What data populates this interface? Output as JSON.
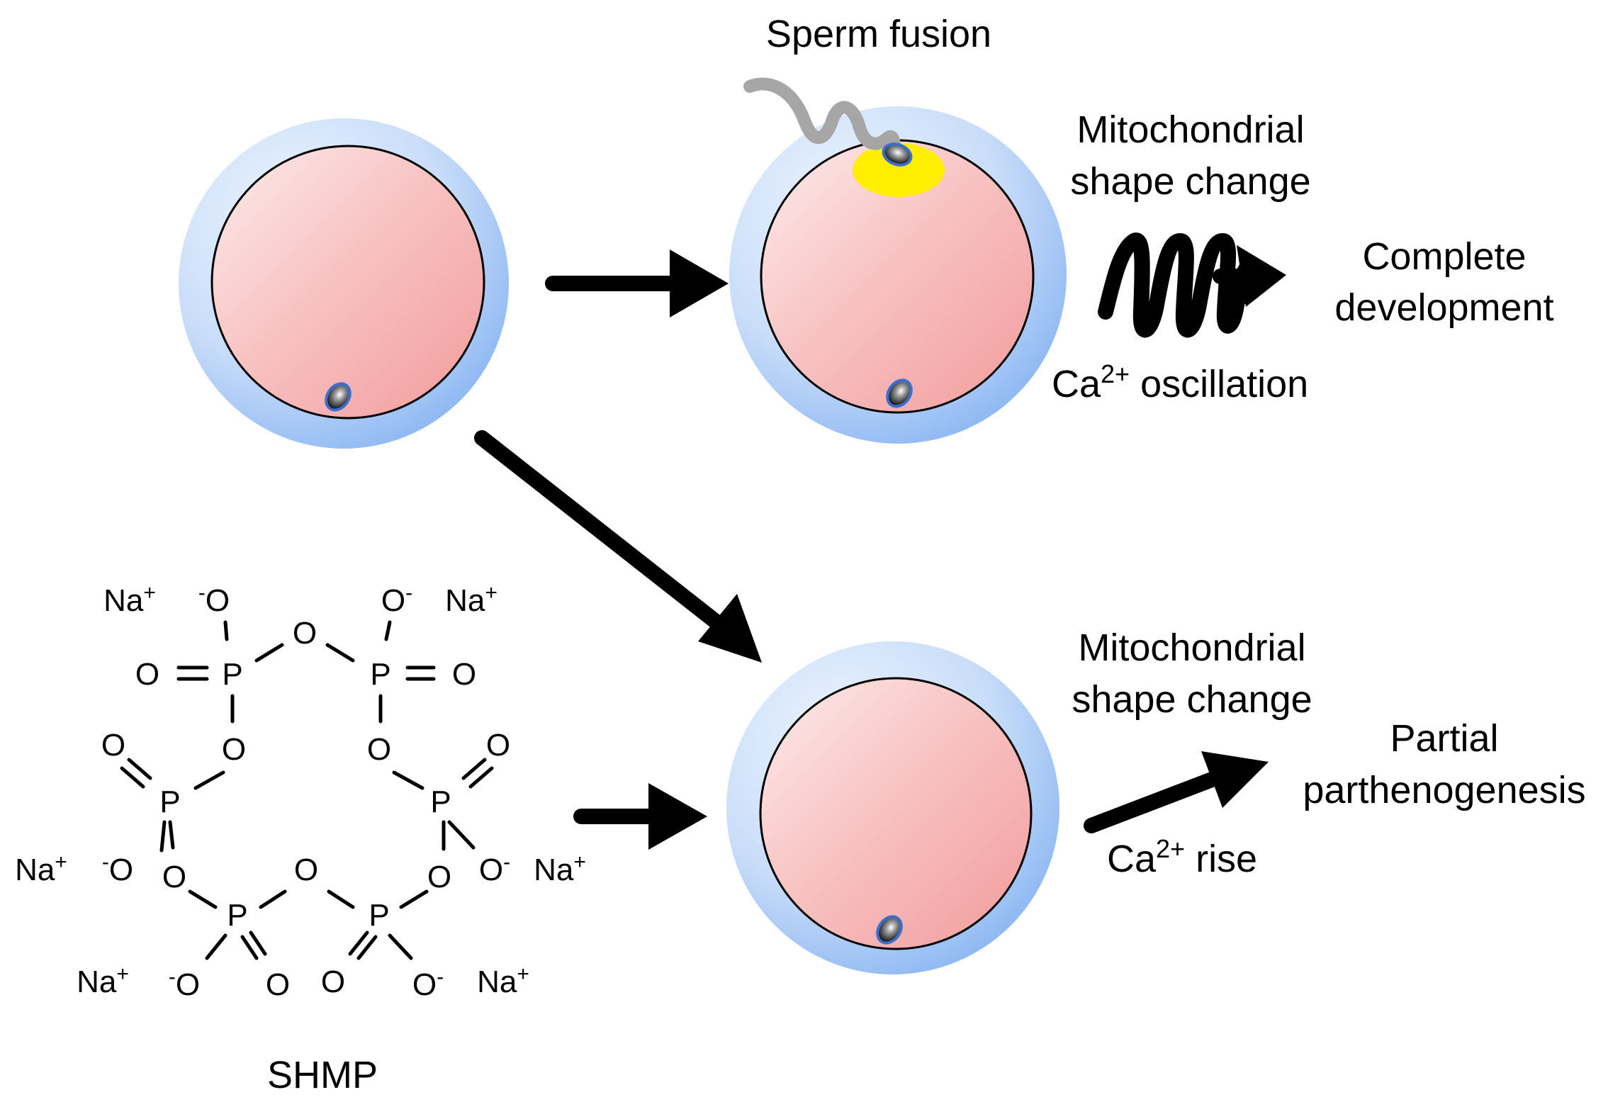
{
  "labels": {
    "sperm_fusion": "Sperm fusion",
    "mito_top_line1": "Mitochondrial",
    "mito_top_line2": "shape change",
    "complete_line1": "Complete",
    "complete_line2": "development",
    "ca_osc_base": "Ca",
    "ca_osc_sup": "2+",
    "ca_osc_rest": " oscillation",
    "mito_bottom_line1": "Mitochondrial",
    "mito_bottom_line2": "shape change",
    "partial_line1": "Partial",
    "partial_line2": "parthenogenesis",
    "ca_rise_base": "Ca",
    "ca_rise_sup": "2+",
    "ca_rise_rest": " rise",
    "shmp": "SHMP"
  },
  "molecule": {
    "p": "P",
    "o": "O",
    "na": "Na",
    "plus": "+",
    "minus": "-"
  },
  "colors": {
    "zona": "#a7c8f5",
    "cytoplasm": "#f6b6b6",
    "yellow_spot": "#ffee00",
    "sperm_tail": "#a6a6a6",
    "arrow": "#000000"
  }
}
